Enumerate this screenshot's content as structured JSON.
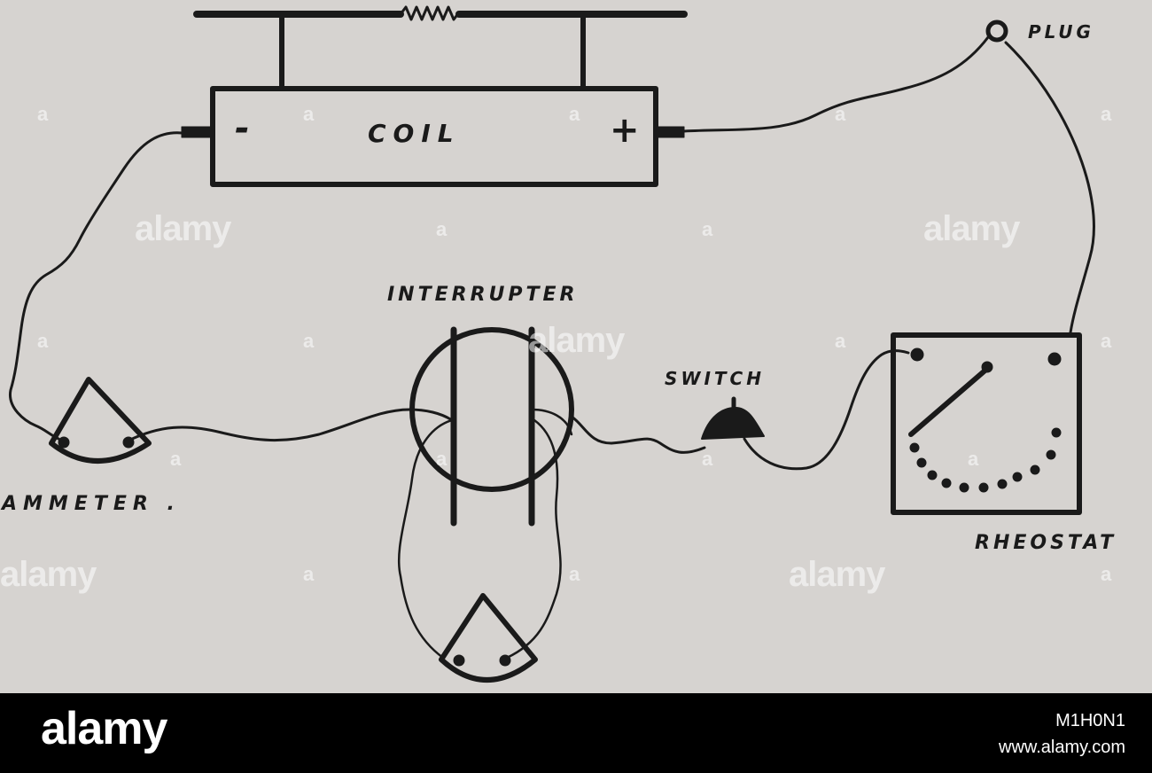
{
  "labels": {
    "plug": "PLUG",
    "coil": "COIL",
    "minus": "-",
    "plus": "+",
    "interrupter": "INTERRUPTER",
    "switch": "SWITCH",
    "ammeter": "AMMETER .",
    "rheostat": "RHEOSTAT"
  },
  "watermark": {
    "brand": "alamy",
    "mark": "a"
  },
  "footer": {
    "logo": "alamy",
    "image_id": "M1H0N1",
    "url": "www.alamy.com",
    "background": "#000000",
    "text_color": "#ffffff"
  }
}
